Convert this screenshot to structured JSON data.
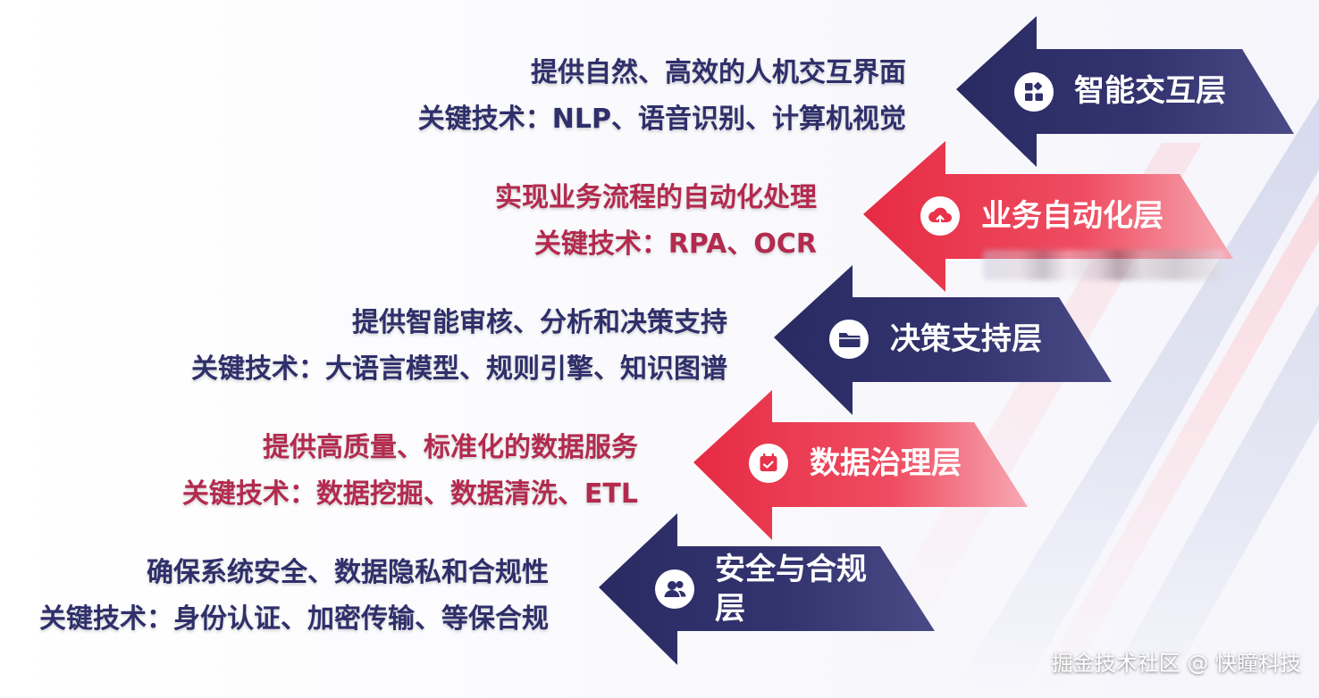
{
  "colors": {
    "navy": "#2f2f6b",
    "red": "#e8334a",
    "navy_text": "#2f2f6b",
    "red_text": "#b32a4e"
  },
  "layers": [
    {
      "name": "智能交互层",
      "color": "navy",
      "icon": "apps-grid-icon",
      "description": "提供自然、高效的人机交互界面",
      "key_tech": "关键技术：NLP、语音识别、计算机视觉"
    },
    {
      "name": "业务自动化层",
      "color": "red",
      "icon": "cloud-upload-icon",
      "description": "实现业务流程的自动化处理",
      "key_tech": "关键技术：RPA、OCR"
    },
    {
      "name": "决策支持层",
      "color": "navy",
      "icon": "folder-icon",
      "description": "提供智能审核、分析和决策支持",
      "key_tech": "关键技术：大语言模型、规则引擎、知识图谱"
    },
    {
      "name": "数据治理层",
      "color": "red",
      "icon": "calendar-check-icon",
      "description": "提供高质量、标准化的数据服务",
      "key_tech": "关键技术：数据挖掘、数据清洗、ETL"
    },
    {
      "name": "安全与合规层",
      "color": "navy",
      "icon": "users-icon",
      "description": "确保系统安全、数据隐私和合规性",
      "key_tech": "关键技术：身份认证、加密传输、等保合规"
    }
  ],
  "watermark": "掘金技术社区 @ 快瞳科技"
}
